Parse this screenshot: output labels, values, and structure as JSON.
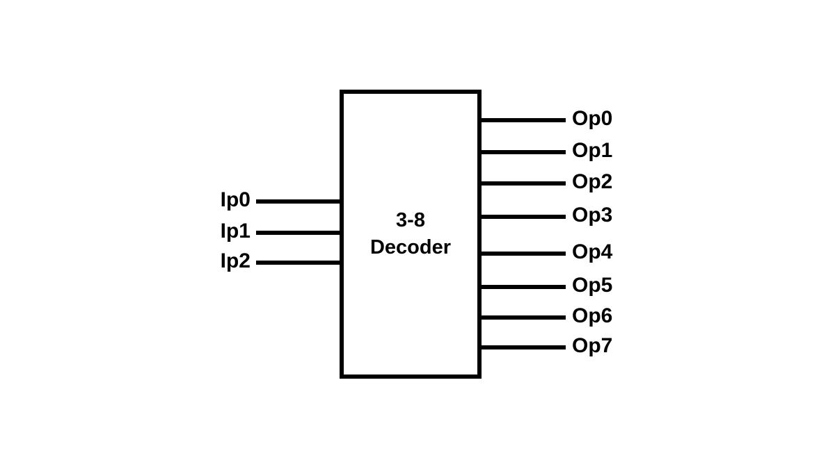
{
  "diagram": {
    "box": {
      "label_line1": "3-8",
      "label_line2": "Decoder"
    },
    "inputs": [
      {
        "label": "Ip0"
      },
      {
        "label": "Ip1"
      },
      {
        "label": "Ip2"
      }
    ],
    "outputs": [
      {
        "label": "Op0"
      },
      {
        "label": "Op1"
      },
      {
        "label": "Op2"
      },
      {
        "label": "Op3"
      },
      {
        "label": "Op4"
      },
      {
        "label": "Op5"
      },
      {
        "label": "Op6"
      },
      {
        "label": "Op7"
      }
    ],
    "colors": {
      "line": "#000000",
      "background": "#ffffff"
    }
  }
}
